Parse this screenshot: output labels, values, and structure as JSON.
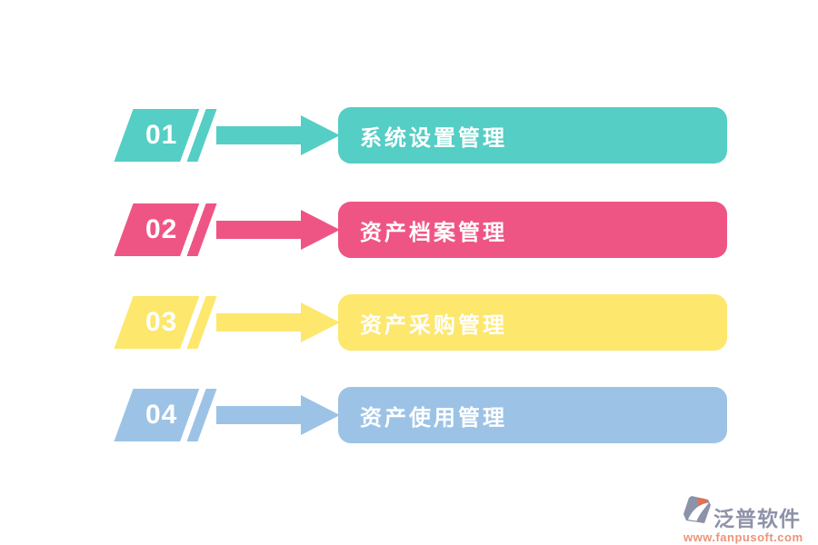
{
  "items": [
    {
      "number": "01",
      "label": "系统设置管理",
      "color": "#55CEC5"
    },
    {
      "number": "02",
      "label": "资产档案管理",
      "color": "#EE5585"
    },
    {
      "number": "03",
      "label": "资产采购管理",
      "color": "#FDE76D"
    },
    {
      "number": "04",
      "label": "资产使用管理",
      "color": "#9CC3E6"
    }
  ],
  "watermark": {
    "brand": "泛普软件",
    "url": "www.fanpusoft.com",
    "brand_color": "#8D92A8",
    "url_color": "#EC9379",
    "logo_icon": "fanpu-logo",
    "logo_colors": {
      "body": "#8C92A7",
      "accent": "#E4704E",
      "swoosh": "#FFFFFF"
    }
  }
}
